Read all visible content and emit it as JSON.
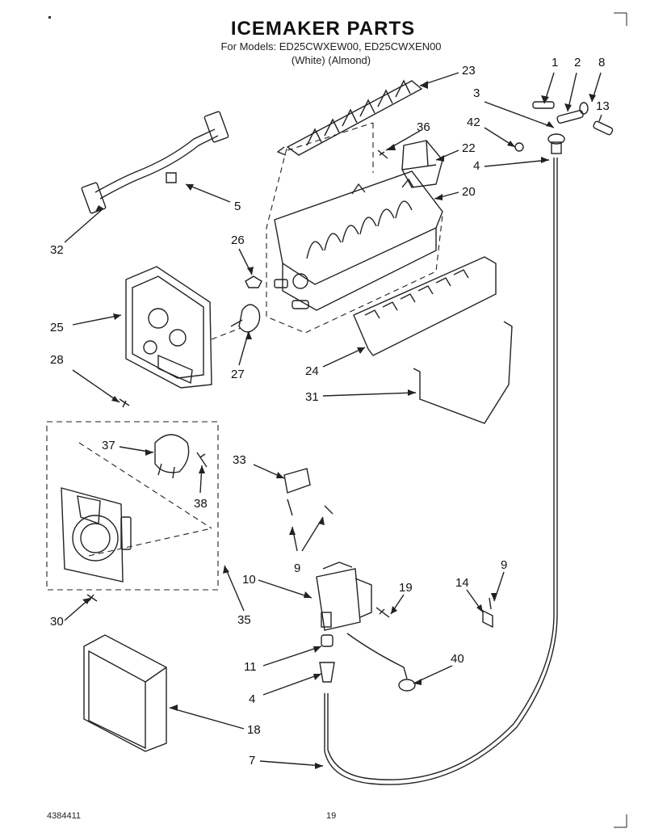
{
  "header": {
    "title": "ICEMAKER PARTS",
    "models": "For Models: ED25CWXEW00, ED25CWXEN00",
    "colors": "(White)      (Almond)"
  },
  "callouts": {
    "c1": "1",
    "c2": "2",
    "c8": "8",
    "c3": "3",
    "c13": "13",
    "c42": "42",
    "c4a": "4",
    "c23": "23",
    "c36": "36",
    "c22": "22",
    "c20": "20",
    "c5": "5",
    "c32": "32",
    "c26": "26",
    "c25": "25",
    "c28": "28",
    "c27": "27",
    "c24": "24",
    "c31": "31",
    "c37": "37",
    "c38": "38",
    "c33": "33",
    "c9a": "9",
    "c30": "30",
    "c35": "35",
    "c10": "10",
    "c19": "19",
    "c14": "14",
    "c9b": "9",
    "c11": "11",
    "c40": "40",
    "c4b": "4",
    "c18": "18",
    "c7": "7"
  },
  "footer": {
    "doc_number": "4384411",
    "page": "19"
  }
}
